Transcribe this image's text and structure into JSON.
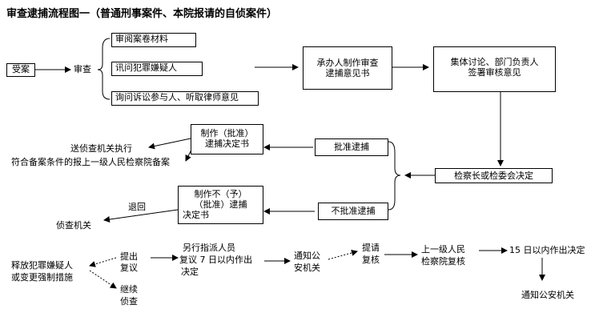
{
  "title": "审查逮捕流程图一（普通刑事案件、本院报请的自侦案件）",
  "nodes": {
    "shouan": "受案",
    "shencha": "审查",
    "yuedu": "审阅案卷材料",
    "xunwen": "讯问犯罪嫌疑人",
    "xunwen_canyu": "询问诉讼参与人、听取律师意见",
    "chengban_1": "承办人制作审查",
    "chengban_2": "逮捕意见书",
    "jiti_1": "集体讨论、部门负责人",
    "jiti_2": "签署审核意见",
    "jiancha": "检察长或检委会决定",
    "pizhun": "批准逮捕",
    "bu_pizhun": "不批准逮捕",
    "zhizuo_pz_1": "制作（批准）",
    "zhizuo_pz_2": "逮捕决定书",
    "zhizuo_bpz_1": "制作不（予）",
    "zhizuo_bpz_2": "（批准）逮捕",
    "zhizuo_bpz_3": "决定书",
    "song_zhenzha": "送侦查机关执行",
    "fuhe_beian": "符合备案条件的报上一级人民检察院备案",
    "tuihui": "退回",
    "zhencha_jiguan": "侦查机关",
    "shifang_1": "释放犯罪嫌疑人",
    "shifang_2": "或变更强制措施",
    "tichu_1": "提出",
    "tichu_2": "复议",
    "jixu_1": "继续",
    "jixu_2": "侦查",
    "lingxing_1": "另行指派人员",
    "lingxing_2": "复议 7 日以内作出",
    "lingxing_3": "决定",
    "tongzhi_1": "通知公",
    "tongzhi_2": "安机关",
    "tiqing_1": "提请",
    "tiqing_2": "复核",
    "shangji_1": "上一级人民",
    "shangji_2": "检察院复核",
    "shiwu": "15 日以内作出决定",
    "tongzhi_gongan": "通知公安机关"
  }
}
